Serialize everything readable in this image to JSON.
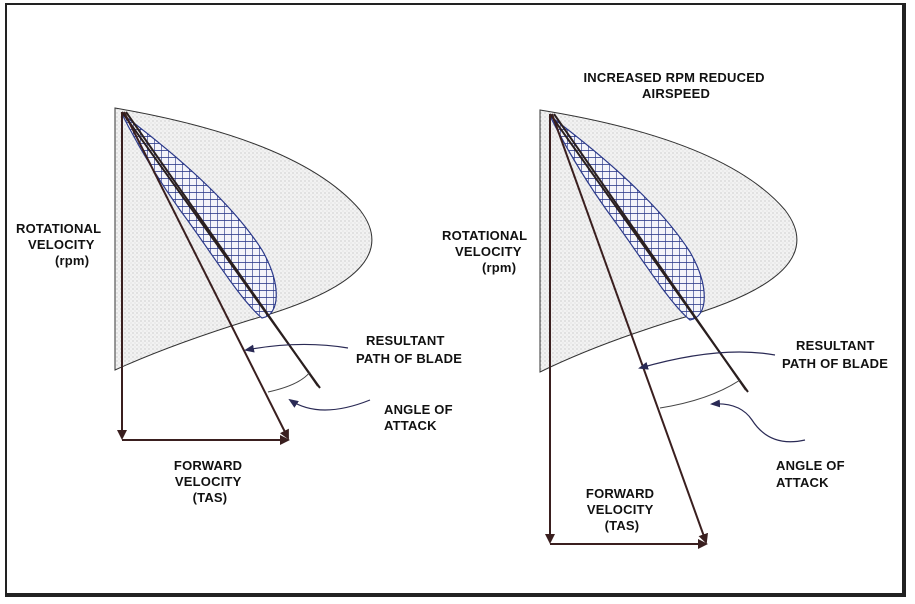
{
  "colors": {
    "frame": "#222222",
    "vector": "#3a1f1f",
    "blade_hatch": "#2c3a8a",
    "pointer": "#2a2a55",
    "disc_shade": "#e6e6e6"
  },
  "left_diagram": {
    "title": "",
    "rotational_label": [
      "ROTATIONAL",
      "VELOCITY",
      "(rpm)"
    ],
    "forward_label": [
      "FORWARD",
      "VELOCITY",
      "(TAS)"
    ],
    "resultant_label": [
      "RESULTANT",
      "PATH OF BLADE"
    ],
    "angle_label": [
      "ANGLE OF",
      "ATTACK"
    ]
  },
  "right_diagram": {
    "title": [
      "INCREASED RPM REDUCED",
      "AIRSPEED"
    ],
    "rotational_label": [
      "ROTATIONAL",
      "VELOCITY",
      "(rpm)"
    ],
    "forward_label": [
      "FORWARD",
      "VELOCITY",
      "(TAS)"
    ],
    "resultant_label": [
      "RESULTANT",
      "PATH OF BLADE"
    ],
    "angle_label": [
      "ANGLE OF",
      "ATTACK"
    ]
  }
}
